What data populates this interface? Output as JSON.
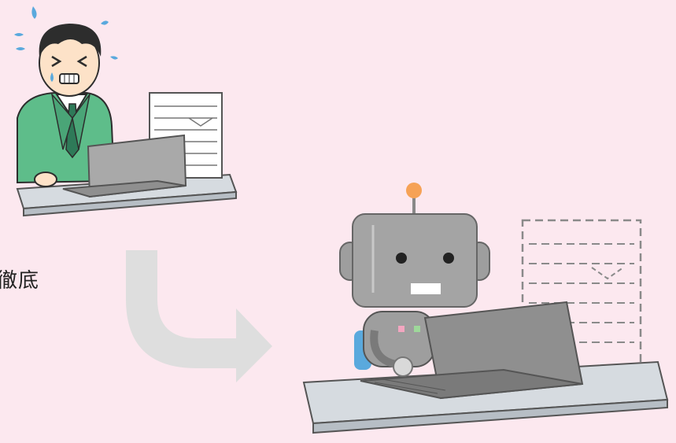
{
  "caption": "徹底",
  "palette": {
    "background": "#fce8ef",
    "suit": "#5ebd8a",
    "laptop": "#a9a9a9",
    "robot": "#9e9e9e",
    "antenna": "#f6a256",
    "desk": "#d6dbe0",
    "arrow": "#dedede",
    "sweat": "#5aa9dd",
    "chair": "#5aa9dd"
  },
  "icons": [
    "stressed-worker",
    "paper-stack",
    "laptop",
    "robot",
    "curved-arrow",
    "dashed-paper-stack"
  ]
}
